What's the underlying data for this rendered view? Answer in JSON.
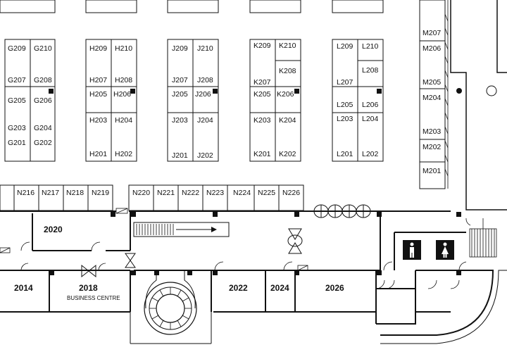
{
  "booths": {
    "g": [
      "G209",
      "G210",
      "G207",
      "G208",
      "G205",
      "G206",
      "G203",
      "G204",
      "G201",
      "G202"
    ],
    "h": [
      "H209",
      "H210",
      "H207",
      "H208",
      "H205",
      "H206",
      "H203",
      "H204",
      "H201",
      "H202"
    ],
    "j": [
      "J209",
      "J210",
      "J207",
      "J208",
      "J205",
      "J206",
      "J203",
      "J204",
      "J201",
      "J202"
    ],
    "k": [
      "K209",
      "K210",
      "K208",
      "K207",
      "K205",
      "K206",
      "K203",
      "K204",
      "K201",
      "K202"
    ],
    "l": [
      "L209",
      "L210",
      "L208",
      "L207",
      "L205",
      "L206",
      "L203",
      "L204",
      "L201",
      "L202"
    ],
    "m": [
      "M207",
      "M206",
      "M205",
      "M204",
      "M203",
      "M202",
      "M201"
    ],
    "n": [
      "N216",
      "N217",
      "N218",
      "N219",
      "N220",
      "N221",
      "N222",
      "N223",
      "N224",
      "N225",
      "N226"
    ]
  },
  "rooms": {
    "r2020": "2020",
    "r2014": "2014",
    "r2018": "2018",
    "r2018_sub": "BUSINESS CENTRE",
    "r2022": "2022",
    "r2024": "2024",
    "r2026": "2026"
  },
  "icons": {
    "men": "mens-restroom-icon",
    "women": "womens-restroom-icon",
    "stairs": "spiral-stair-icon",
    "escalator": "escalator-icon"
  }
}
